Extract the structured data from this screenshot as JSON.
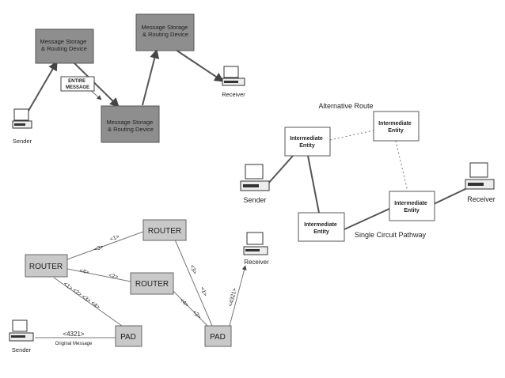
{
  "top_left": {
    "storage_1": "Message Storage\n& Routing Device",
    "storage_2": "Message Storage\n& Routing Device",
    "storage_3": "Message Storage\n& Routing Device",
    "entire_message": "ENTIRE\nMESSAGE",
    "sender": "Sender",
    "receiver": "Receiver"
  },
  "right": {
    "alternative_route": "Alternative Route",
    "entity_a": "Intermediate\nEntity",
    "entity_b": "Intermediate\nEntity",
    "entity_c": "Intermediate\nEntity",
    "entity_d": "Intermediate\nEntity",
    "sender": "Sender",
    "receiver": "Receiver",
    "single_circuit": "Single Circuit Pathway"
  },
  "bottom": {
    "router_left": "ROUTER",
    "router_top": "ROUTER",
    "router_mid": "ROUTER",
    "pad_left": "PAD",
    "pad_right": "PAD",
    "receiver": "Receiver",
    "sender": "Sender",
    "original_message": "Original Message",
    "msg_label": "<4321>",
    "packet_labels": {
      "p_a": "<3>",
      "p_b": "<1>",
      "p_c": "<4>",
      "p_d": "<2>",
      "p_e": "<1> <2> <3> <4>",
      "p_f": "<3>",
      "p_g": "<1>",
      "p_h": "<4>",
      "p_i": "<2>",
      "p_j": "<4321>"
    }
  }
}
